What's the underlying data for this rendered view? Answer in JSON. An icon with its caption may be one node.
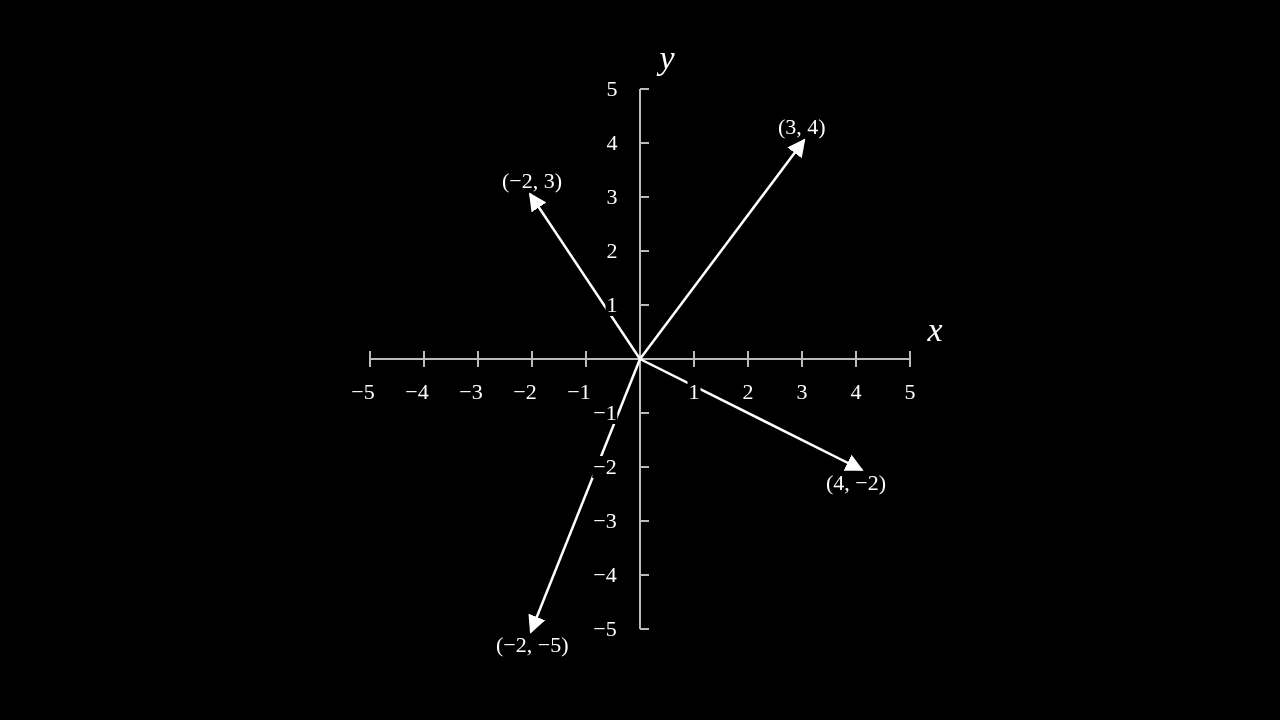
{
  "diagram": {
    "nodes": [
      {
        "text": [
          "(3, 4)"
        ]
      },
      {
        "text": [
          "(−2, 3)"
        ]
      },
      {
        "text": [
          "(4, −2)"
        ]
      },
      {
        "text": [
          "(−2, −5)"
        ]
      }
    ],
    "edges": [
      {
        "from": null,
        "to": 0,
        "arrow": "to"
      },
      {
        "from": null,
        "to": 1,
        "arrow": "to"
      },
      {
        "from": null,
        "to": 2,
        "arrow": "to"
      },
      {
        "from": null,
        "to": 3,
        "arrow": "to"
      }
    ],
    "labels": [
      "y",
      "5",
      "4",
      "3",
      "2",
      "1",
      "x",
      "−5",
      "−4",
      "−3",
      "−2",
      "−1",
      "1",
      "2",
      "3",
      "4",
      "5",
      "−1",
      "−2",
      "−3",
      "−4",
      "−5"
    ]
  }
}
